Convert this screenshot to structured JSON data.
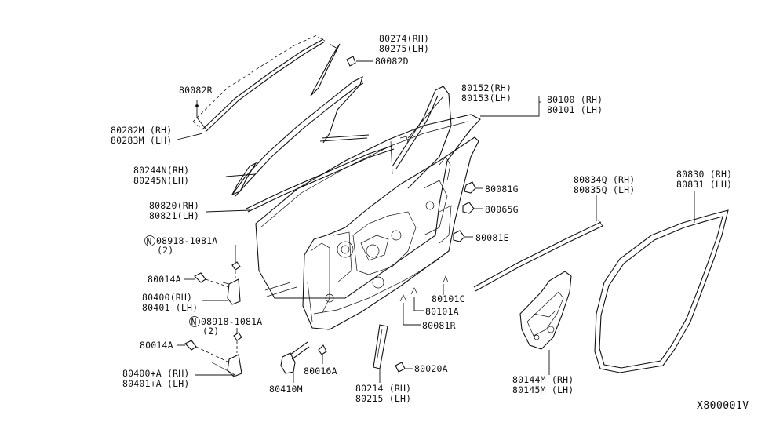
{
  "diagram_id": "X800001V",
  "labels": {
    "p80082R": "80082R",
    "p80282M": "80282M (RH)",
    "p80283M": "80283M (LH)",
    "p80274": "80274(RH)",
    "p80275": "80275(LH)",
    "p80082D": "80082D",
    "p80244N": "80244N(RH)",
    "p80245N": "80245N(LH)",
    "p80820": "80820(RH)",
    "p80821": "80821(LH)",
    "p80152": "80152(RH)",
    "p80153": "80153(LH)",
    "p80100": "80100 (RH)",
    "p80101": "80101 (LH)",
    "p80081G": "80081G",
    "p80065G": "80065G",
    "p80081E": "80081E",
    "p80834Q": "80834Q (RH)",
    "p80835Q": "80835Q (LH)",
    "p80830": "80830 (RH)",
    "p80831": "80831 (LH)",
    "bolt1": "08918-1081A",
    "bolt1qty": "(2)",
    "p80014A_1": "80014A",
    "p80400": "80400(RH)",
    "p80401": "80401 (LH)",
    "bolt2": "08918-1081A",
    "bolt2qty": "(2)",
    "p80014A_2": "80014A",
    "p80400A": "80400+A (RH)",
    "p80401A": "80401+A (LH)",
    "p80410M": "80410M",
    "p80016A": "80016A",
    "p80214": "80214 (RH)",
    "p80215": "80215 (LH)",
    "p80020A": "80020A",
    "p80101C": "80101C",
    "p80101A": "80101A",
    "p80081R": "80081R",
    "p80144M": "80144M (RH)",
    "p80145M": "80145M (LH)",
    "nut_symbol": "N"
  }
}
